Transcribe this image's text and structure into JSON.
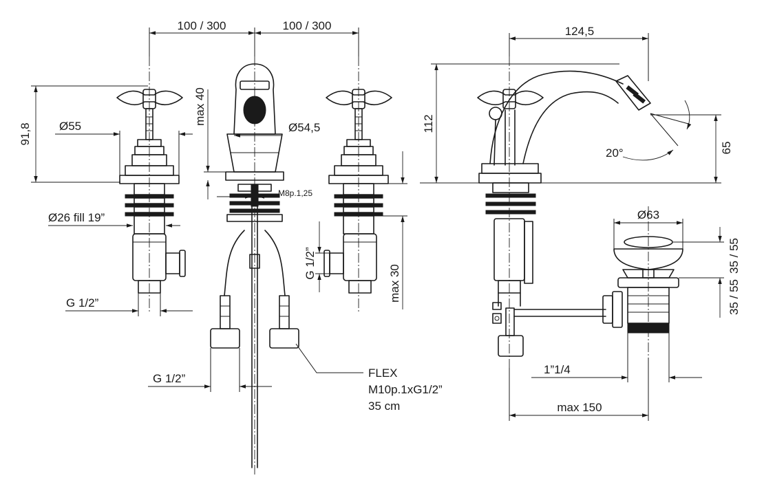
{
  "labels": {
    "spacing_left": "100 / 300",
    "spacing_right": "100 / 300",
    "side_width": "124,5",
    "handle_height": "91,8",
    "handle_diameter": "Ø55",
    "spout_max_height": "max 40",
    "spout_base_diameter": "Ø54,5",
    "thread_rod": "M8p.1,25",
    "shank_diameter": "Ø26 fill 19”",
    "inlet_left": "G 1/2”",
    "flex_inlet": "G 1/2”",
    "inlet_right": "G 1/2”",
    "right_max_height": "max 30",
    "side_height": "112",
    "outlet_height": "65",
    "spray_angle": "20°",
    "waste_diameter": "Ø63",
    "waste_height": "35 / 55",
    "waste_bottom": "35 / 55",
    "waste_thread": "1”1/4",
    "waste_max_reach": "max 150"
  },
  "flex_note": {
    "line1": "FLEX",
    "line2": "M10p.1xG1/2”",
    "line3": "35 cm"
  }
}
